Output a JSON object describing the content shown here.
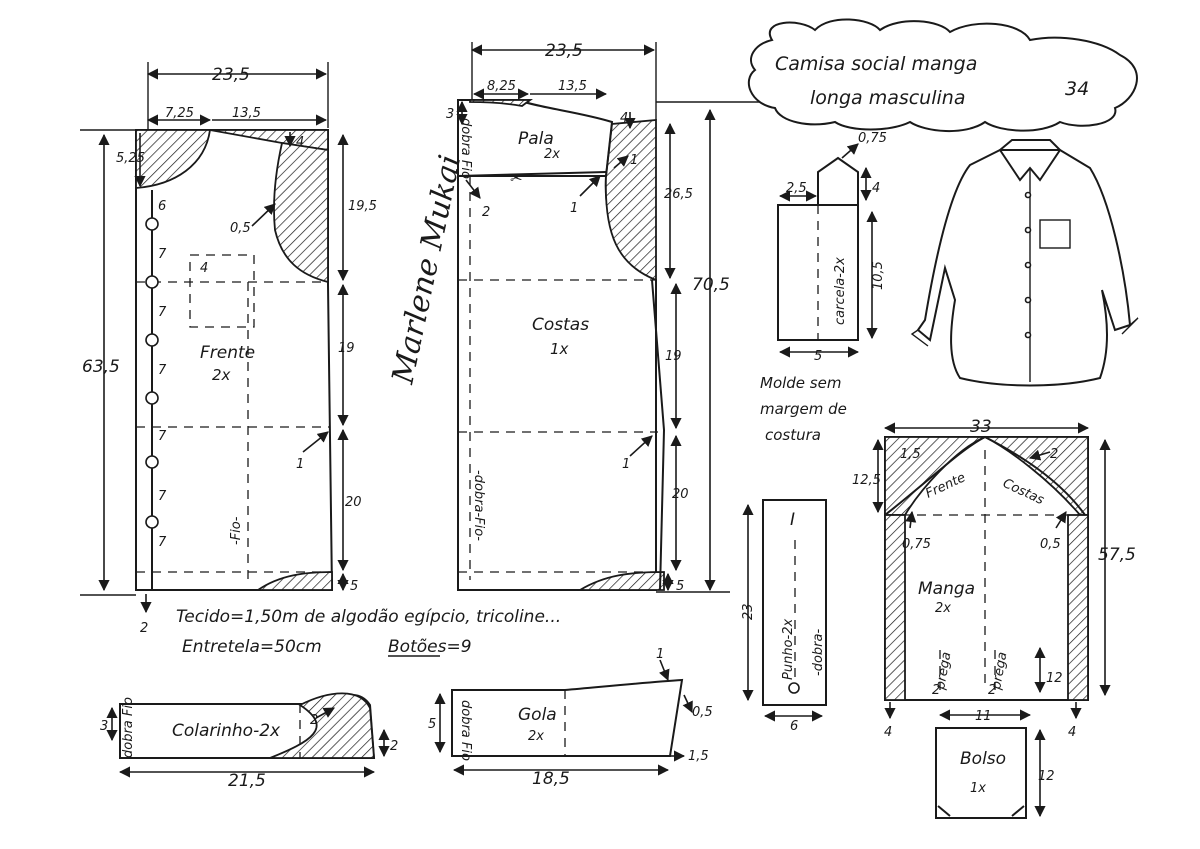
{
  "title": {
    "line1": "Camisa social manga",
    "line2": "longa masculina",
    "number": "34"
  },
  "signature": "Marlene Mukai",
  "notes": {
    "fabric": "Tecido=1,50m de algodão egípcio, tricoline...",
    "interfacing": "Entretela=50cm",
    "buttons": "Botões=9",
    "no_seam": [
      "Molde sem",
      "margem de",
      "costura"
    ]
  },
  "front": {
    "label": "Frente",
    "qty": "2x",
    "grain": "-Fio-",
    "dims": {
      "width": "23,5",
      "neck_w": "7,25",
      "shoulder_w": "13,5",
      "neck_h": "5,25",
      "height": "63,5",
      "armhole_h": "19,5",
      "side1": "19",
      "side2": "20",
      "hem": "5",
      "shoulder_drop": "4",
      "pocket_top": "4",
      "armhole_pt": "0,5",
      "side_pt": "1",
      "extension": "2",
      "button_gaps": [
        "6",
        "7",
        "7",
        "7",
        "7",
        "7",
        "7"
      ]
    }
  },
  "back": {
    "label": "Costas",
    "qty": "1x",
    "grain": "-dobra-Fio-",
    "dims": {
      "width": "23,5",
      "height": "70,5",
      "armhole_h": "26,5",
      "side1": "19",
      "side2": "20",
      "hem": "5",
      "shoulder_drop": "4",
      "yoke_pt_left": "2",
      "yoke_pt_right": "1",
      "side_pt": "1"
    }
  },
  "yoke": {
    "label": "Pala",
    "qty": "2x",
    "grain": "dobra Fio",
    "dims": {
      "neck_w": "8,25",
      "shoulder_w": "13,5",
      "neck_h": "3",
      "mark": "1"
    }
  },
  "placket": {
    "label": "carcela-2x",
    "dims": {
      "width": "5",
      "top_w": "2,5",
      "tip_h": "4",
      "length": "10,5",
      "tip": "0,75"
    }
  },
  "sleeve": {
    "label": "Manga",
    "qty": "2x",
    "front_label": "Frente",
    "back_label": "Costas",
    "pleat": "prega",
    "dims": {
      "width": "33",
      "cap_h": "12,5",
      "length": "57,5",
      "front_cap": "1,5",
      "back_cap": "2",
      "front_pt": "0,75",
      "back_pt": "0,5",
      "cuff_w": "11",
      "slit": "12",
      "side": "4",
      "pleat_w": "2"
    }
  },
  "cuff": {
    "mark": "I",
    "label": "Punho-2x",
    "fold": "-dobra-",
    "dims": {
      "length": "23",
      "width": "6"
    }
  },
  "collar_stand": {
    "label": "Colarinho-2x",
    "grain": "dobra Fio",
    "dims": {
      "length": "21,5",
      "h_left": "3",
      "h_right": "2",
      "mark": "2"
    }
  },
  "collar": {
    "label": "Gola",
    "qty": "2x",
    "grain": "dobra Fio",
    "dims": {
      "length": "18,5",
      "h": "5",
      "tip": "0,5",
      "bottom_tip": "1,5",
      "top_mark": "1"
    }
  },
  "pocket": {
    "label": "Bolso",
    "qty": "1x",
    "dims": {
      "width": "11",
      "height": "12"
    }
  },
  "icons": [
    "shirt-sketch-icon",
    "button-icon",
    "cloud-title-icon"
  ]
}
